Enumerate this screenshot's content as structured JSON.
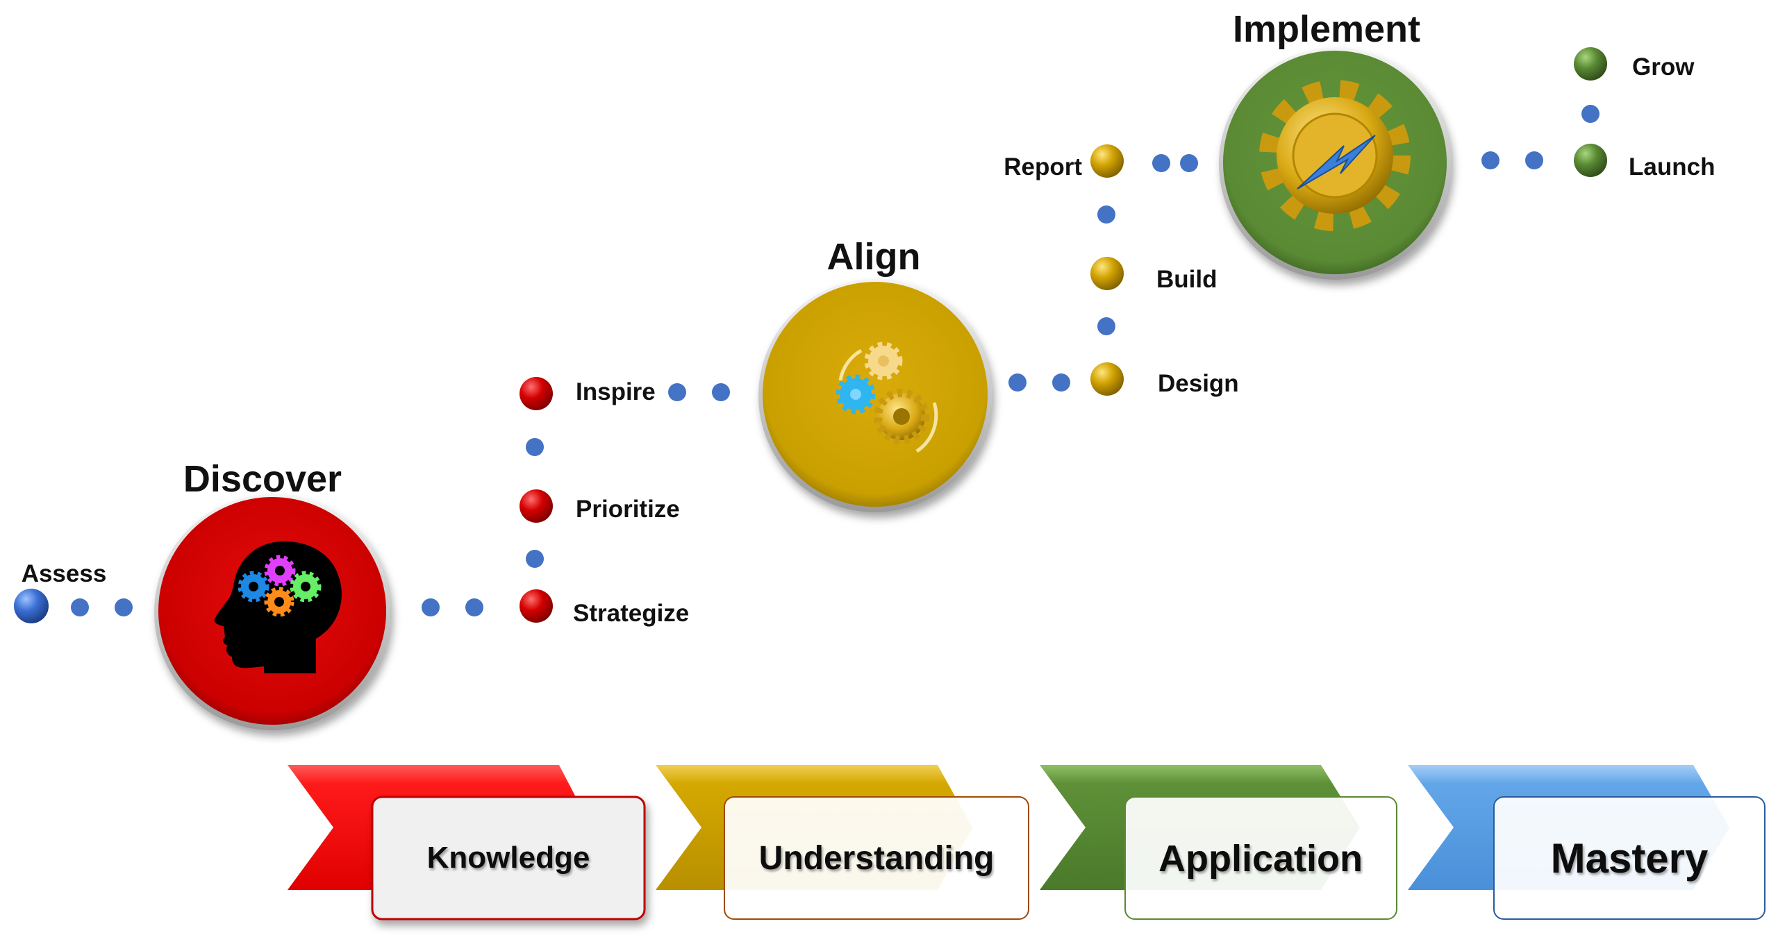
{
  "stages": [
    {
      "id": "discover",
      "title": "Discover",
      "color": "#cc0000",
      "icon": "head-gears-icon"
    },
    {
      "id": "align",
      "title": "Align",
      "color": "#c9a000",
      "icon": "gears-cycle-icon"
    },
    {
      "id": "implement",
      "title": "Implement",
      "color": "#5a8a34",
      "icon": "gear-lightning-icon"
    }
  ],
  "steps": {
    "assess": "Assess",
    "inspire": "Inspire",
    "prioritize": "Prioritize",
    "strategize": "Strategize",
    "report": "Report",
    "build": "Build",
    "design": "Design",
    "grow": "Grow",
    "launch": "Launch"
  },
  "levels": [
    {
      "label": "Knowledge",
      "color": "#ee1111"
    },
    {
      "label": "Understanding",
      "color": "#d4a800"
    },
    {
      "label": "Application",
      "color": "#5a8a34"
    },
    {
      "label": "Mastery",
      "color": "#5da3e6"
    }
  ],
  "colors": {
    "connector": "#4472c4",
    "assess_node": "#3b6fd4"
  }
}
